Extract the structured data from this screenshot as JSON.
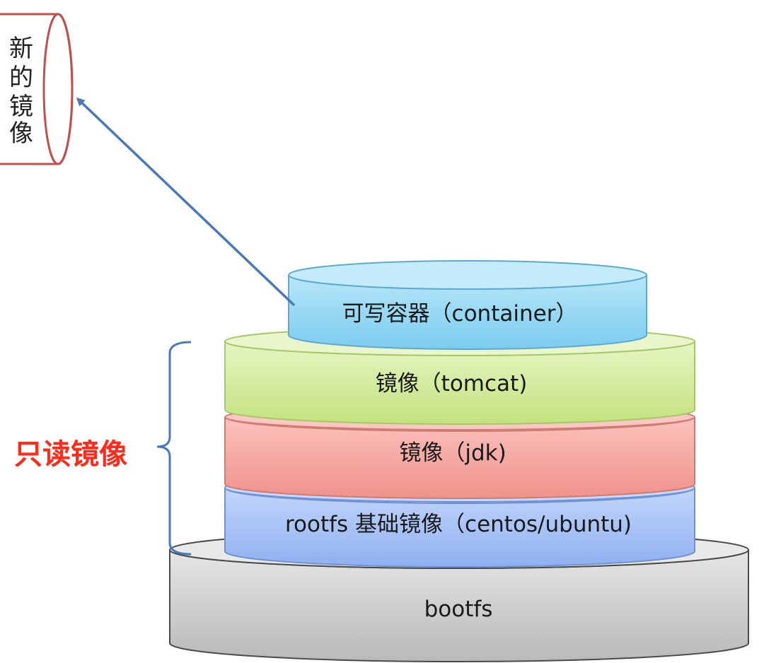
{
  "diagram": {
    "new_image": {
      "chars": [
        "新",
        "的",
        "镜",
        "像"
      ],
      "stroke_color": "#c0504d"
    },
    "readonly_bracket": {
      "label": "只读镜像",
      "label_color": "#ff2a1a",
      "bracket_color": "#4a78b8"
    },
    "arrow": {
      "color": "#4a78b8",
      "from": "container",
      "to": "new_image"
    },
    "layers": [
      {
        "id": "container",
        "label": "可写容器（container）",
        "fill": "#8fd6f2",
        "stroke": "#5fa9cf"
      },
      {
        "id": "tomcat",
        "label": "镜像（tomcat)",
        "fill": "#d4ec9c",
        "stroke": "#a6c86a"
      },
      {
        "id": "jdk",
        "label": "镜像（jdk)",
        "fill": "#f5a8a2",
        "stroke": "#d07a74"
      },
      {
        "id": "rootfs",
        "label": "rootfs 基础镜像（centos/ubuntu)",
        "fill": "#a9c2f6",
        "stroke": "#6f92d6"
      },
      {
        "id": "bootfs",
        "label": "bootfs",
        "fill": "#d3d3d3",
        "stroke": "#4a4a4a"
      }
    ]
  }
}
